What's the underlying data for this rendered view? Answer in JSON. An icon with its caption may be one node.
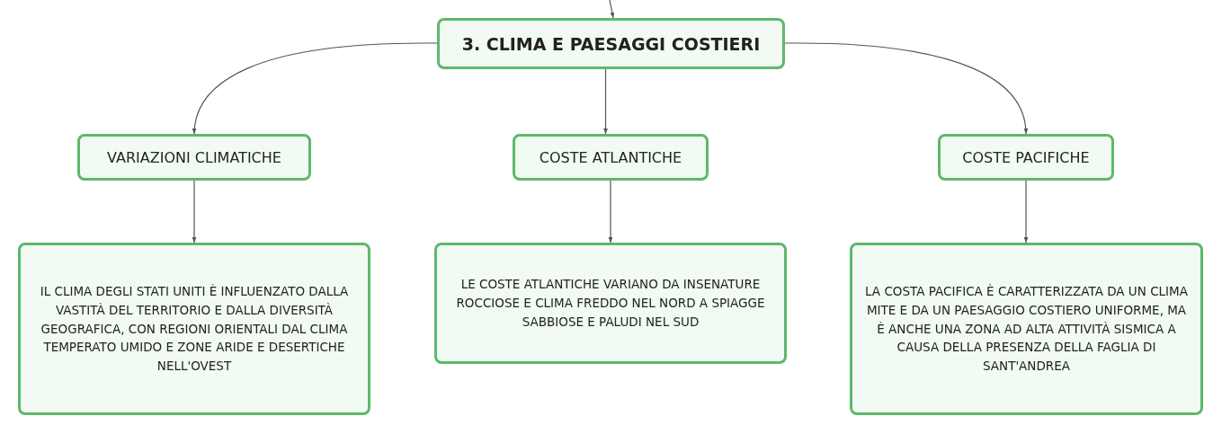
{
  "diagram": {
    "nodes": [
      {
        "text": [
          "3. CLIMA E PAESAGGI COSTIERI"
        ]
      },
      {
        "text": [
          "VARIAZIONI CLIMATICHE"
        ]
      },
      {
        "text": [
          "COSTE ATLANTICHE"
        ]
      },
      {
        "text": [
          "COSTE PACIFICHE"
        ]
      },
      {
        "text": [
          "IL CLIMA DEGLI STATI UNITI È INFLUENZATO DALLA VASTITÀ DEL TERRITORIO E DALLA DIVERSITÀ GEOGRAFICA, CON REGIONI ORIENTALI DAL CLIMA TEMPERATO UMIDO E ZONE ARIDE E DESERTICHE NELL'OVEST"
        ]
      },
      {
        "text": [
          "LE COSTE ATLANTICHE VARIANO DA INSENATURE ROCCIOSE E CLIMA FREDDO NEL NORD A SPIAGGE SABBIOSE E PALUDI NEL SUD"
        ]
      },
      {
        "text": [
          "LA COSTA PACIFICA È CARATTERIZZATA DA UN CLIMA MITE E DA UN PAESAGGIO COSTIERO UNIFORME, MA È ANCHE UNA ZONA AD ALTA ATTIVITÀ SISMICA A CAUSA DELLA PRESENZA DELLA FAGLIA DI SANT'ANDREA"
        ]
      }
    ],
    "edges": [
      {
        "from": null,
        "to": 0,
        "arrow": "to"
      },
      {
        "from": 0,
        "to": 1,
        "arrow": "to"
      },
      {
        "from": 0,
        "to": 2,
        "arrow": "to"
      },
      {
        "from": 0,
        "to": 3,
        "arrow": "to"
      },
      {
        "from": 1,
        "to": 4,
        "arrow": "to"
      },
      {
        "from": 2,
        "to": 5,
        "arrow": "to"
      },
      {
        "from": 3,
        "to": 6,
        "arrow": "to"
      }
    ]
  }
}
